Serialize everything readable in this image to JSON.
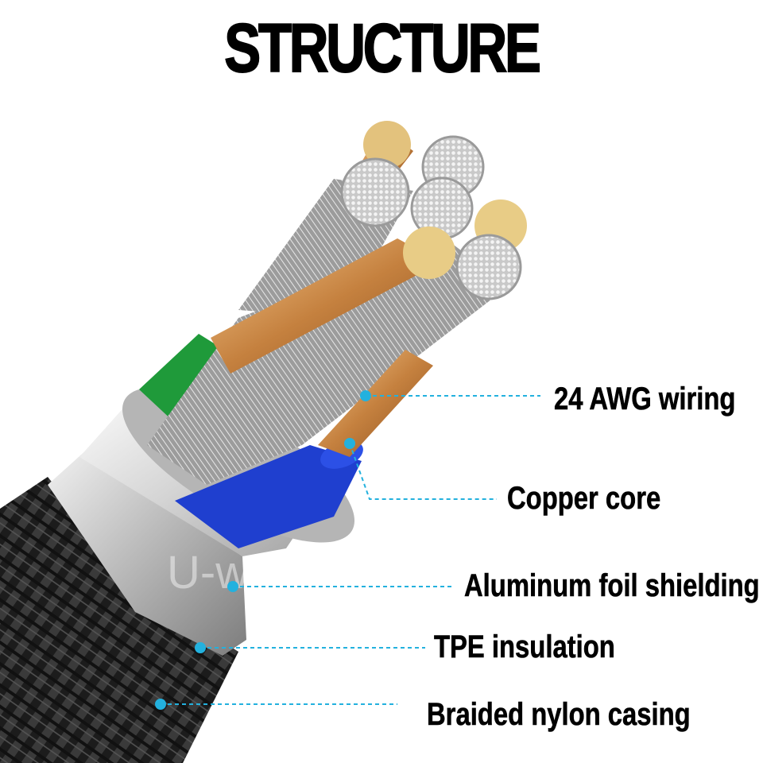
{
  "title": "STRUCTURE",
  "watermark": "U-watt",
  "accent_color": "#23b1de",
  "layers": [
    {
      "name": "24 AWG wiring",
      "color": "#9a9a9a"
    },
    {
      "name": "Copper core",
      "color": "#c98a4a"
    },
    {
      "name": "Aluminum foil shielding",
      "color": "#cfcfcf"
    },
    {
      "name": "TPE insulation",
      "color": "#b9b9b9"
    },
    {
      "name": "Braided nylon casing",
      "color": "#2a2a2a"
    }
  ],
  "wire_colors": [
    "#1f9a3a",
    "#1f3fcf"
  ]
}
